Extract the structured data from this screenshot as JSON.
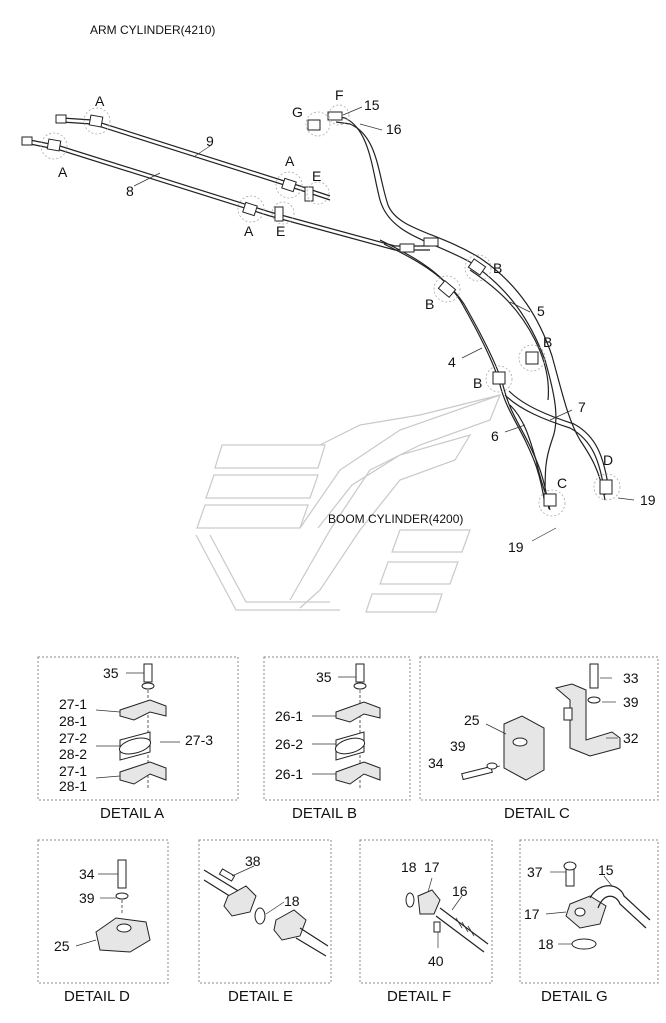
{
  "titles": {
    "arm": "ARM CYLINDER(4210)",
    "boom": "BOOM CYLINDER(4200)"
  },
  "callouts": {
    "a1": "A",
    "a2": "A",
    "a3": "A",
    "a4": "A",
    "e1": "E",
    "e2": "E",
    "f": "F",
    "g": "G",
    "b1": "B",
    "b2": "B",
    "b3": "B",
    "b4": "B",
    "c": "C",
    "d": "D",
    "n4": "4",
    "n5": "5",
    "n6": "6",
    "n7": "7",
    "n8": "8",
    "n9": "9",
    "n15": "15",
    "n16": "16",
    "n19a": "19",
    "n19b": "19"
  },
  "details": {
    "a": {
      "caption": "DETAIL A",
      "labels": [
        "35",
        "27-1",
        "28-1",
        "27-2",
        "28-2",
        "27-3",
        "27-1",
        "28-1"
      ]
    },
    "b": {
      "caption": "DETAIL B",
      "labels": [
        "35",
        "26-1",
        "26-2",
        "26-1"
      ]
    },
    "c": {
      "caption": "DETAIL C",
      "labels": [
        "33",
        "39",
        "32",
        "25",
        "39",
        "34"
      ]
    },
    "d": {
      "caption": "DETAIL D",
      "labels": [
        "34",
        "39",
        "25"
      ]
    },
    "e": {
      "caption": "DETAIL E",
      "labels": [
        "38",
        "18"
      ]
    },
    "f": {
      "caption": "DETAIL F",
      "labels": [
        "18",
        "17",
        "16",
        "40"
      ]
    },
    "g": {
      "caption": "DETAIL G",
      "labels": [
        "37",
        "15",
        "17",
        "18"
      ]
    }
  }
}
